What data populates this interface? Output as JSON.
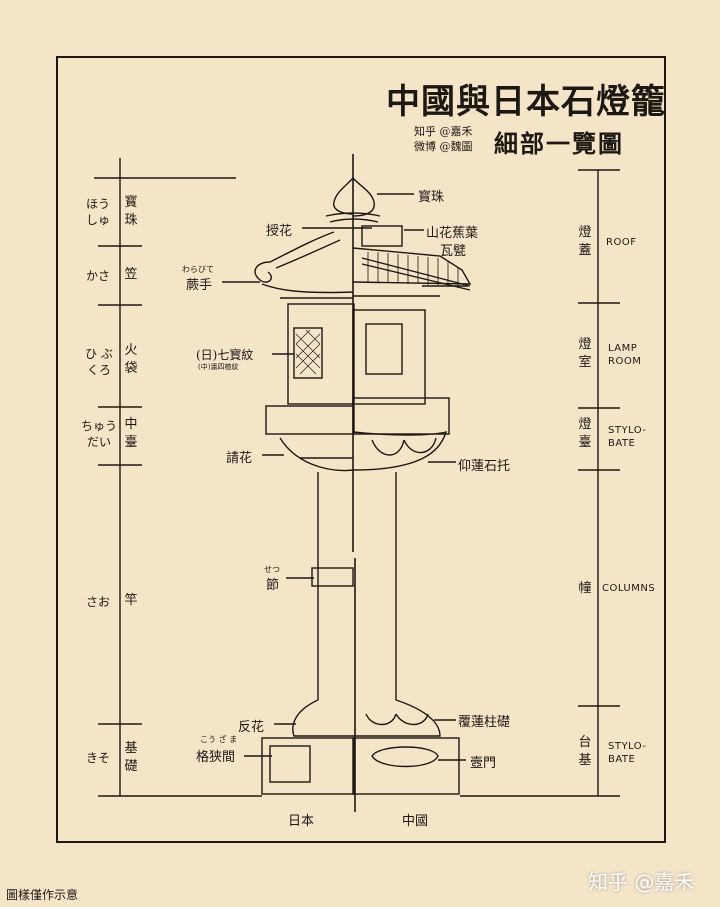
{
  "title": "中國與日本石燈籠",
  "subtitle": "細部一覽圖",
  "credits": [
    "知乎 @嘉禾",
    "微博 @魏圖"
  ],
  "left_sections": [
    {
      "jp": "ほう しゅ",
      "cn": "寳珠"
    },
    {
      "jp": "かさ",
      "cn": "笠"
    },
    {
      "jp": "ひ ぶくろ",
      "cn": "火袋"
    },
    {
      "jp": "ちゅう だい",
      "cn": "中臺"
    },
    {
      "jp": "さお",
      "cn": "竿"
    },
    {
      "jp": "きそ",
      "cn": "基礎"
    }
  ],
  "right_sections": [
    {
      "cn": "燈蓋",
      "en": "ROOF"
    },
    {
      "cn": "燈室",
      "en": "LAMP ROOM"
    },
    {
      "cn": "燈臺",
      "en": "STYLO- BATE"
    },
    {
      "cn": "幢",
      "en": "COLUMNS"
    },
    {
      "cn": "台基",
      "en": "STYLO- BATE"
    }
  ],
  "part_labels": {
    "baozhu": "寳珠",
    "shouhua": "授花",
    "shanhua": "山花蕉葉",
    "wapo": "瓦甓",
    "juete_reading": "わらびて",
    "juete": "蕨手",
    "qibaowen": "(日)七寳紋",
    "qibaowen_cn": "(中)瀛四楂紋",
    "qinghua": "請花",
    "yanglian": "仰蓮石托",
    "jie_reading": "せつ",
    "jie": "節",
    "fanhua": "反花",
    "fulian": "覆蓮柱礎",
    "gehejian_reading": "こう ざ ま",
    "gehejian": "格狭間",
    "humen": "壼門"
  },
  "bottom_labels": {
    "left": "日本",
    "right": "中國"
  },
  "caption": "圖樣僅作示意",
  "watermark": "知乎 @嘉禾"
}
